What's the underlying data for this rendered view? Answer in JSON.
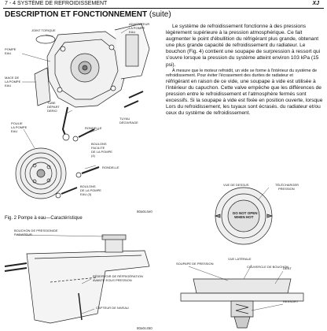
{
  "header": {
    "section": "7 - 4 SYSTÈME DE REFROIDISSEMENT",
    "model": "XJ"
  },
  "title": {
    "main": "DESCRIPTION ET FONCTIONNEMENT",
    "suffix": "(suite)"
  },
  "body": {
    "para1": "Le système de refroidissement fonctionne à des pressions légèrement supérieure à la pression atmosphérique. Ce fait augmenter le point d'ébullition du réfrigérant plus grande, obtenant une plus grande capacité de refroidissement du radiateur. Le bouchon (Fig. 4) contient une soupape de surpression à ressort qui s'ouvre lorsque la pression du système atteint environ 103 kPa (15 psi).",
    "para2": "À mesure que le moteur refroidit, un vide se forme à l'intérieur du système de refroidissement. Pour éviter l'écrasement des durites de radiateur et",
    "para3": "réfrigérant en raison de ce vide, une soupape à vide est utilisée à l'intérieur du capuchon. Cette valve empêche que les différences de pression entre le refroidissement et l'atmosphère fermés sont excessifs. Si la soupape à vide est fixée en position ouverte, lorsque Lors du refroidissement, les tuyaux sont écrasés. du radiateur et/ou ceux du système de refroidissement."
  },
  "fig2": {
    "labels": {
      "joint_torique": "JOINT TORIQUE",
      "adaptateur": "ADAPTATEUR\nLA POMPE\nEAU",
      "pompe_eau": "POMPE\nEAU",
      "mace_pompe": "MACE DE\nLA POMPE\nEAU",
      "tube_depart": "TUBE\nDÉPART\nDERIO",
      "rondelle_top": "RONDELLE",
      "tuyau_degivrage": "TUYAU\nDÉGIVRAGE",
      "poulie_pompe": "POULIE\nLA POMPE\nEAU",
      "boulons_poulie": "BOULONS\nFACILITE\nDE LA POMPE\n(4)",
      "rondelle_bottom": "RONDELLE",
      "boulons_pompe": "BOULONS\nDE LA POMPE\nEAU (3)",
      "ref_code": "80a0c4e0"
    },
    "caption": "Fig. 2 Pompe à eau—Caractéristique"
  },
  "fig3": {
    "labels": {
      "bouchon": "BOUCHON DE PRESSION/DE\nRADIATEUR",
      "reservoir": "RÉSERVOIR DE RÉFRIGÉRATION\nAVANTE EOUS PRESSION",
      "capteur": "CAPTEUR DE NIVEAU",
      "ref_code": "80a0c450"
    }
  },
  "fig4": {
    "labels": {
      "vue_dessus": "VUE DE DESSUS",
      "telecharger": "TÉLÉCHARGER\nPRESSION",
      "vue_laterale": "VUE LATÉRALE",
      "couvercle": "COUVERCLE DE BOUCHON",
      "soupape": "SOUPAPE DE PRESSION",
      "dent": "DENT",
      "ressort": "RESSORT",
      "cap_text": "DO NOT OPEN\nWHEN HOT"
    }
  }
}
